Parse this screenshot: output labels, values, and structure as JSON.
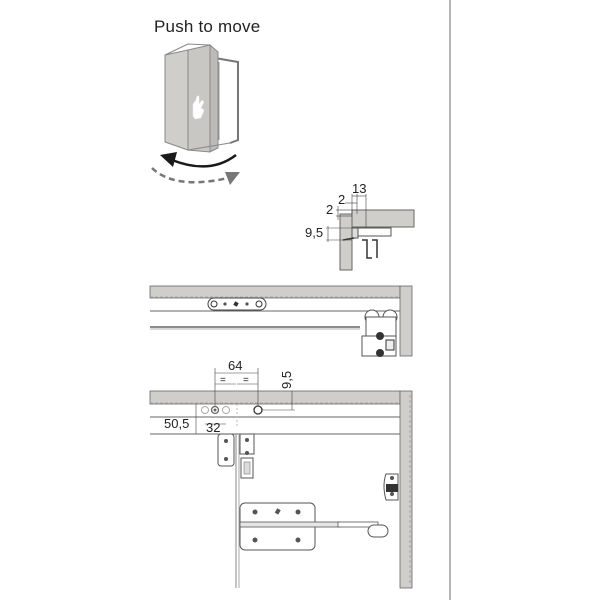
{
  "title": "Push to move",
  "colors": {
    "panel_gray": "#d0cecb",
    "line": "#555555",
    "divider": "#b5b5b5",
    "arrow_solid": "#1a1a1a",
    "arrow_dashed": "#777777"
  },
  "icons": {
    "hand": "hand-push-icon",
    "rotation_arrow": "curved-arrow-icon",
    "rotation_arrow_dashed": "dashed-curved-arrow-icon"
  },
  "detail_top": {
    "dims": [
      "13",
      "2",
      "2",
      "9,5"
    ]
  },
  "detail_bottom": {
    "dims": [
      "64",
      "=",
      "=",
      "9,5",
      "50,5",
      "32"
    ]
  }
}
